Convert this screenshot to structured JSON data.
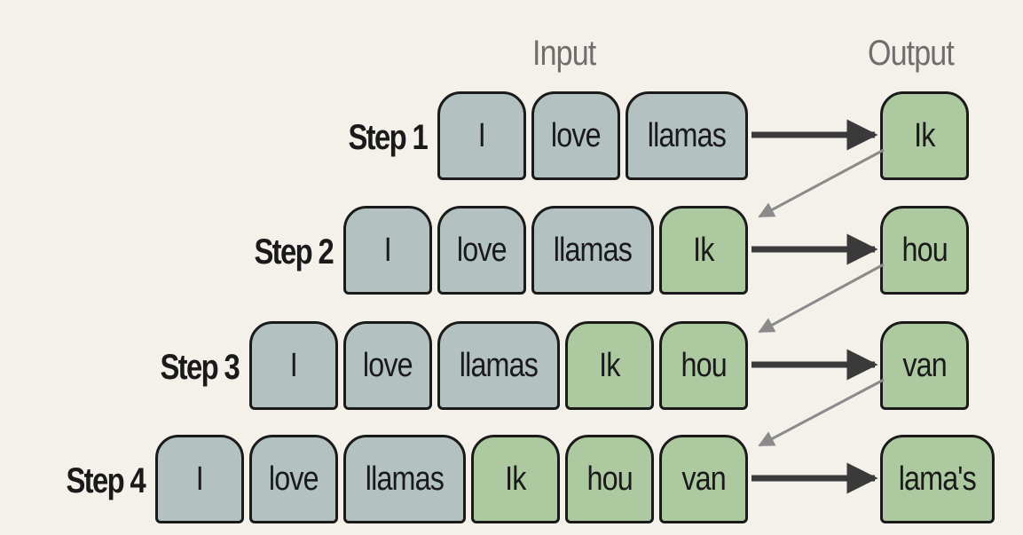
{
  "headers": {
    "input": "Input",
    "output": "Output"
  },
  "steps": [
    {
      "label": "Step 1",
      "input_tokens": [
        "I",
        "love",
        "llamas"
      ],
      "generated_tokens": [],
      "output": "Ik"
    },
    {
      "label": "Step 2",
      "input_tokens": [
        "I",
        "love",
        "llamas"
      ],
      "generated_tokens": [
        "Ik"
      ],
      "output": "hou"
    },
    {
      "label": "Step 3",
      "input_tokens": [
        "I",
        "love",
        "llamas"
      ],
      "generated_tokens": [
        "Ik",
        "hou"
      ],
      "output": "van"
    },
    {
      "label": "Step 4",
      "input_tokens": [
        "I",
        "love",
        "llamas"
      ],
      "generated_tokens": [
        "Ik",
        "hou",
        "van"
      ],
      "output": "lama's"
    }
  ],
  "colors": {
    "background": "#f4f0ea",
    "input_token": "#b3c1c1",
    "generated_token": "#adc9a0",
    "arrow_main": "#3a3a3a",
    "arrow_feedback": "#8a8a8a",
    "header_text": "#6e6e6e"
  }
}
